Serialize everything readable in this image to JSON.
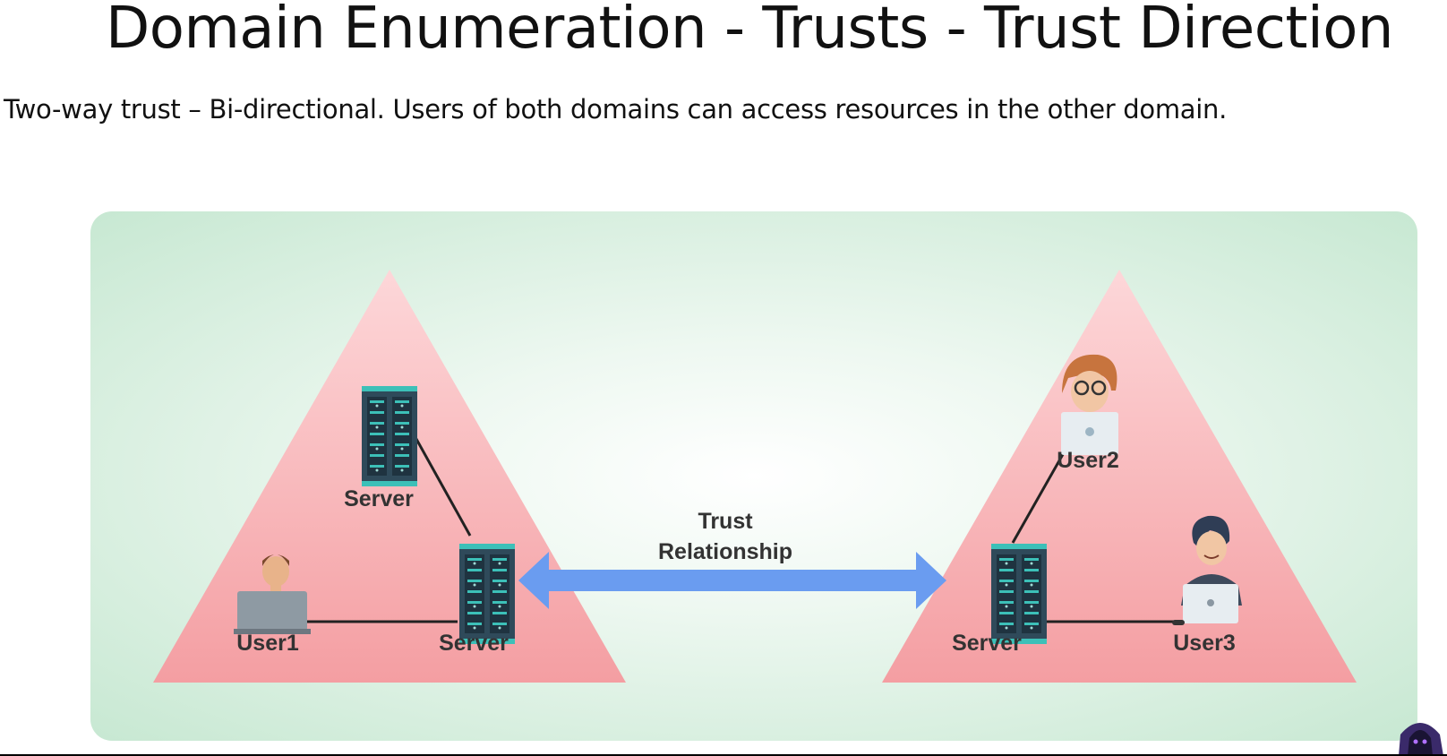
{
  "title": "Domain Enumeration - Trusts - Trust Direction",
  "subtitle": "Two-way trust – Bi-directional. Users of both domains can access resources in the other domain.",
  "diagram": {
    "left_domain": {
      "top_server_label": "Server",
      "bottom_server_label": "Server",
      "user_label": "User1"
    },
    "right_domain": {
      "server_label": "Server",
      "user2_label": "User2",
      "user3_label": "User3"
    },
    "trust_label_line1": "Trust",
    "trust_label_line2": "Relationship"
  },
  "colors": {
    "triangle": "#f5a3a6",
    "background": "#c7e8d2",
    "arrow": "#6a9cf0",
    "server_body": "#2f4a5a",
    "server_accent": "#3cc0b8"
  }
}
